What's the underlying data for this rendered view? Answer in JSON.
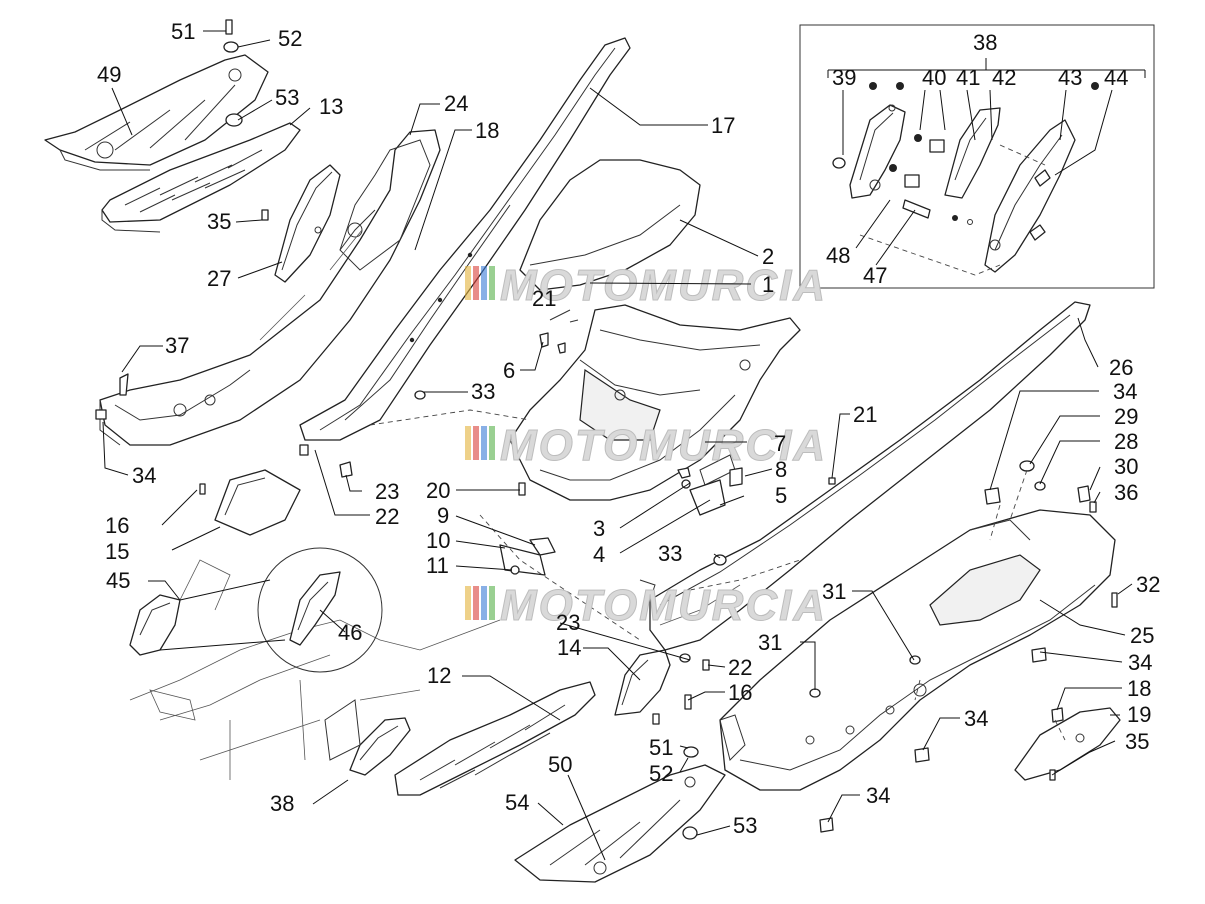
{
  "watermark": {
    "text": "MOTOMURCIA",
    "colors": [
      "#e2b23a",
      "#d9413a",
      "#3a7bd5",
      "#57b04a"
    ]
  },
  "callouts": {
    "c1": "1",
    "c2": "2",
    "c3": "3",
    "c4": "4",
    "c5": "5",
    "c6": "6",
    "c7": "7",
    "c8": "8",
    "c9": "9",
    "c10": "10",
    "c11": "11",
    "c12": "12",
    "c13": "13",
    "c14": "14",
    "c15": "15",
    "c16a": "16",
    "c16b": "16",
    "c17": "17",
    "c18a": "18",
    "c18b": "18",
    "c19": "19",
    "c20": "20",
    "c21a": "21",
    "c21b": "21",
    "c22a": "22",
    "c22b": "22",
    "c23a": "23",
    "c23b": "23",
    "c24": "24",
    "c25": "25",
    "c26": "26",
    "c27": "27",
    "c28": "28",
    "c29": "29",
    "c30": "30",
    "c31a": "31",
    "c31b": "31",
    "c32": "32",
    "c33a": "33",
    "c33b": "33",
    "c34a": "34",
    "c34b": "34",
    "c34c": "34",
    "c34d": "34",
    "c34e": "34",
    "c35a": "35",
    "c35b": "35",
    "c36": "36",
    "c37": "37",
    "c38a": "38",
    "c38b": "38",
    "c39": "39",
    "c40": "40",
    "c41": "41",
    "c42": "42",
    "c43": "43",
    "c44": "44",
    "c45": "45",
    "c46": "46",
    "c47": "47",
    "c48": "48",
    "c49": "49",
    "c50": "50",
    "c51a": "51",
    "c51b": "51",
    "c52a": "52",
    "c52b": "52",
    "c53a": "53",
    "c53b": "53",
    "c54": "54"
  }
}
